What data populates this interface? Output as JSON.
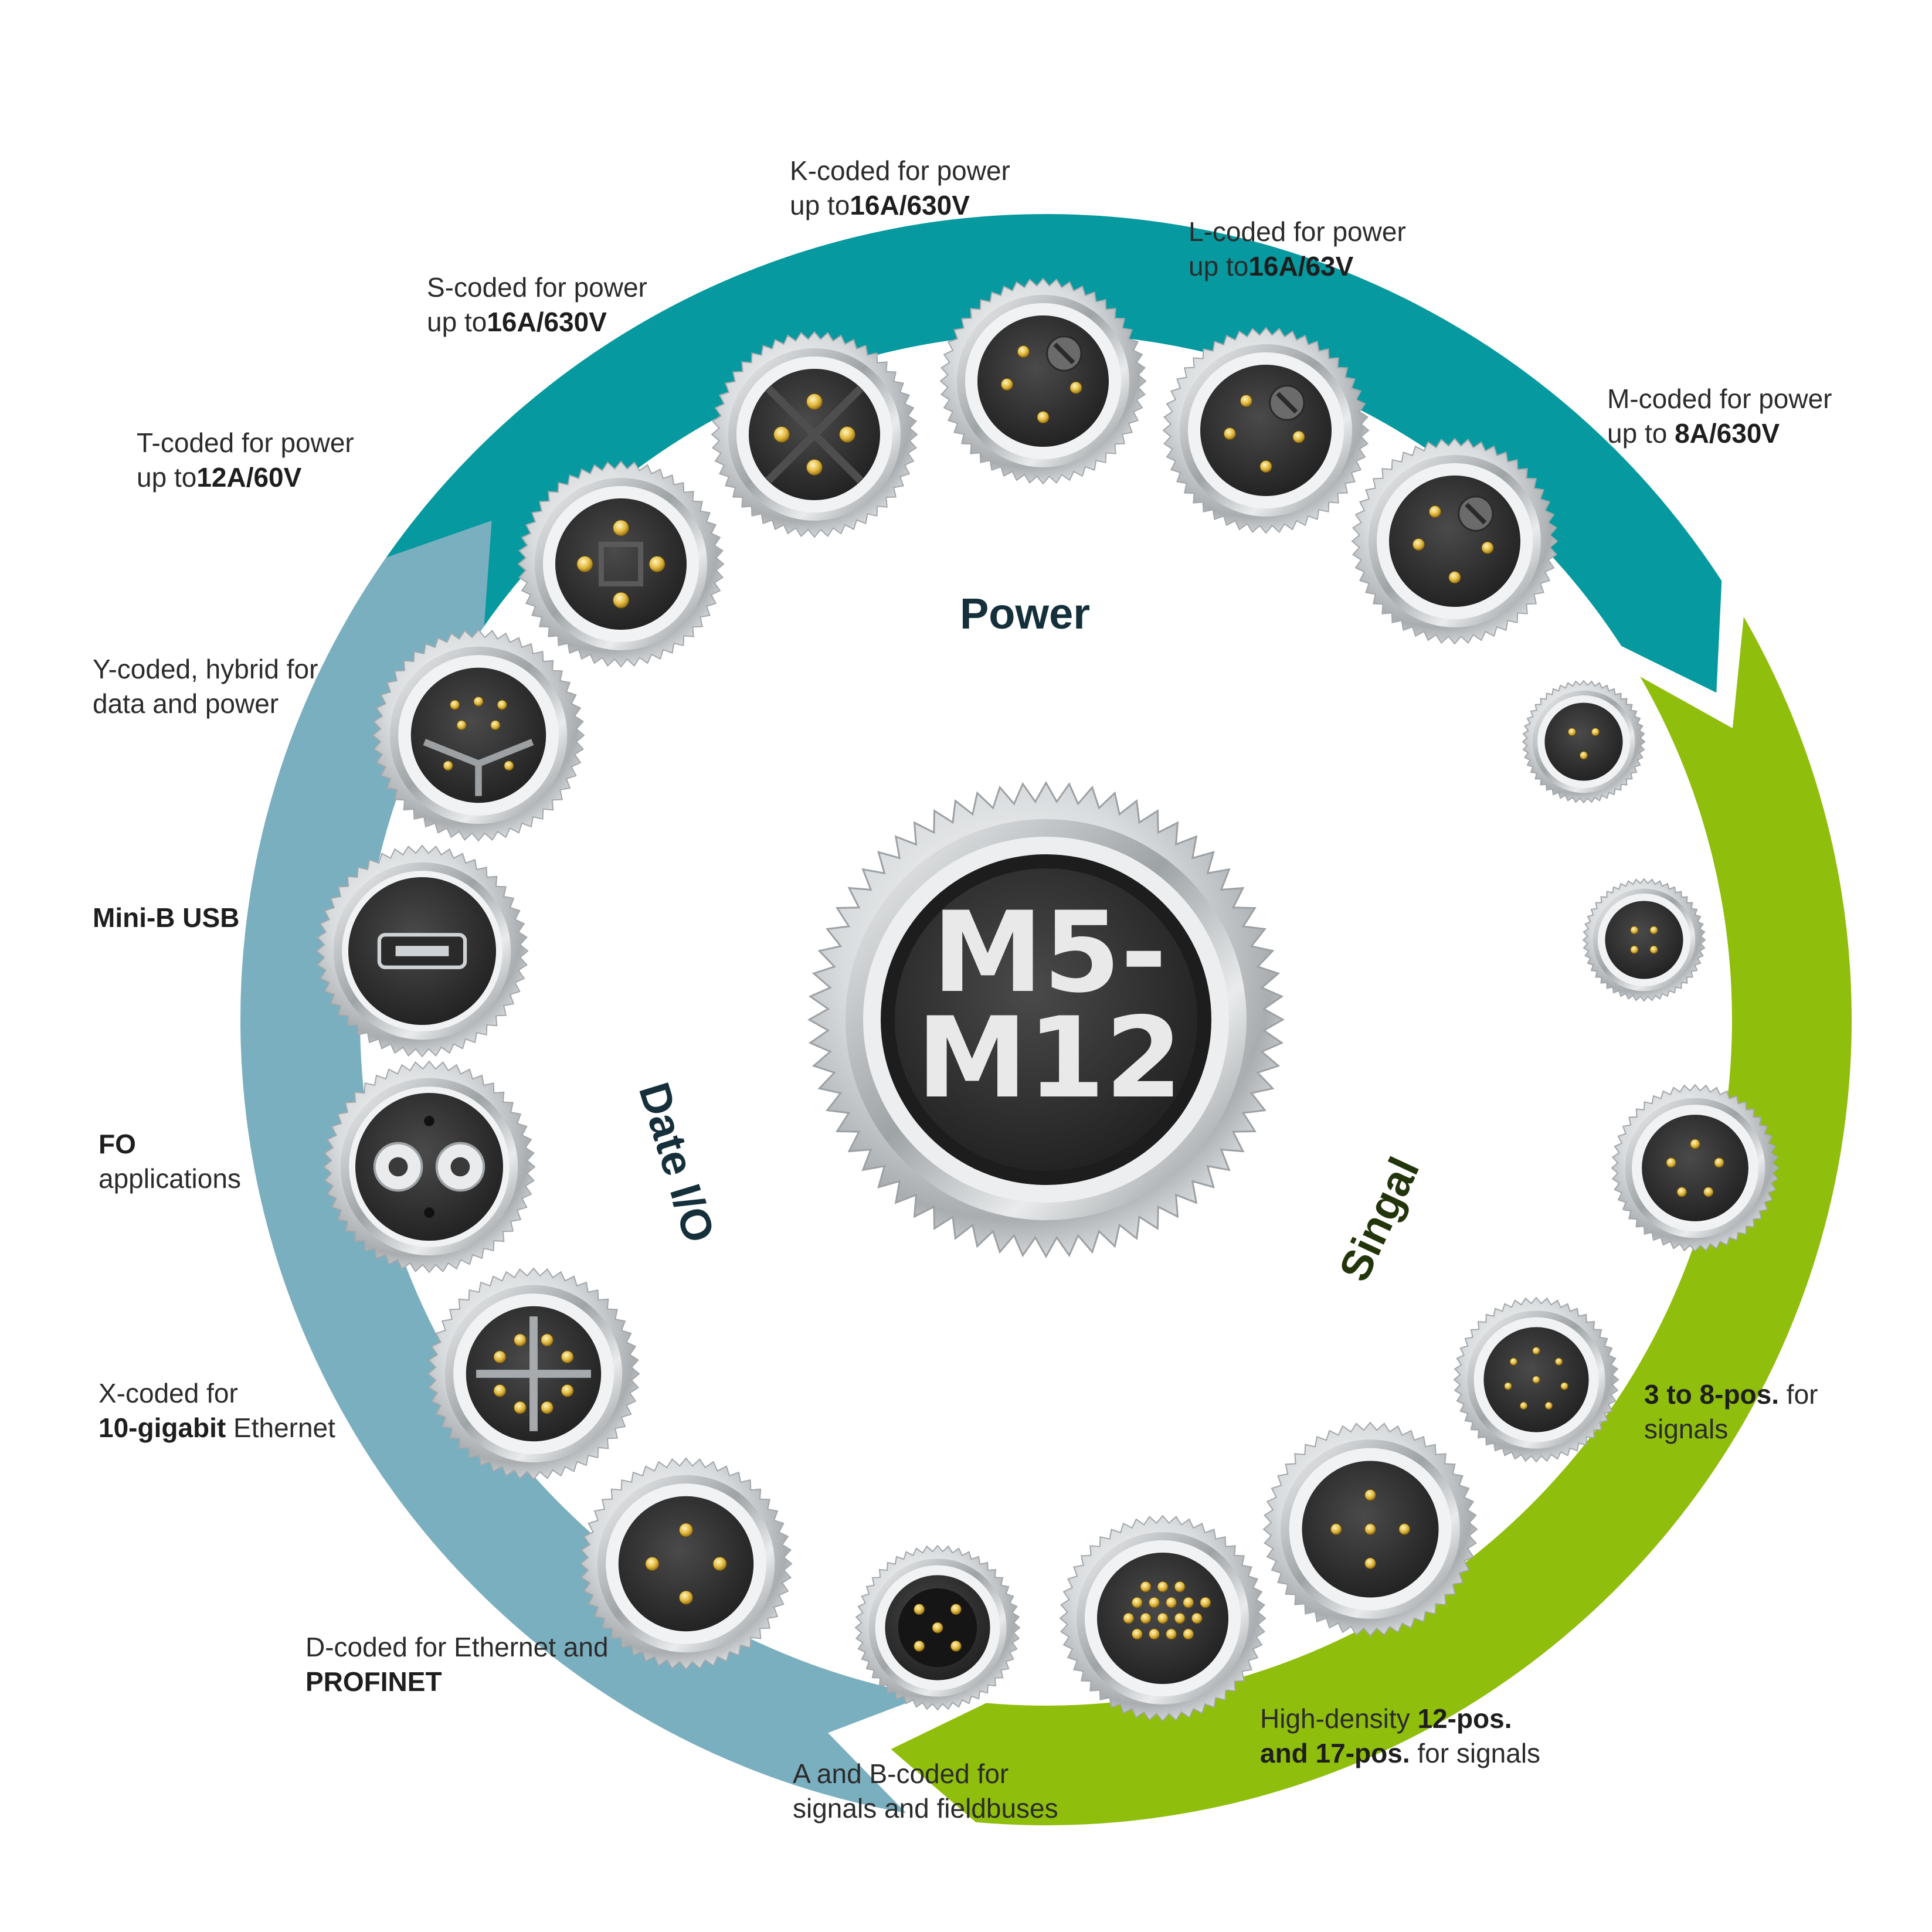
{
  "center": {
    "line1": "M5-",
    "line2": "M12"
  },
  "ring": {
    "segments": [
      {
        "key": "power",
        "label": "Power",
        "color": "#06999f"
      },
      {
        "key": "signal",
        "label": "Singal",
        "color": "#8fbe0c"
      },
      {
        "key": "data",
        "label": "Date I/O",
        "color": "#7aafc0"
      }
    ]
  },
  "connectors": [
    {
      "name": "k-coded",
      "icon": "k-coded-power-connector-icon",
      "label": {
        "l1": [
          {
            "t": "K-coded for power"
          }
        ],
        "l2": [
          {
            "t": "up to"
          },
          {
            "t": "16A/630V",
            "b": true
          }
        ]
      }
    },
    {
      "name": "l-coded",
      "icon": "l-coded-power-connector-icon",
      "label": {
        "l1": [
          {
            "t": "L-coded for power"
          }
        ],
        "l2": [
          {
            "t": "up to"
          },
          {
            "t": "16A/63V",
            "b": true
          }
        ]
      }
    },
    {
      "name": "s-coded",
      "icon": "s-coded-power-connector-icon",
      "label": {
        "l1": [
          {
            "t": "S-coded for power"
          }
        ],
        "l2": [
          {
            "t": "up to"
          },
          {
            "t": "16A/630V",
            "b": true
          }
        ]
      }
    },
    {
      "name": "m-coded",
      "icon": "m-coded-power-connector-icon",
      "label": {
        "l1": [
          {
            "t": "M-coded for power"
          }
        ],
        "l2": [
          {
            "t": "up to "
          },
          {
            "t": "8A/630V",
            "b": true
          }
        ]
      }
    },
    {
      "name": "t-coded",
      "icon": "t-coded-power-connector-icon",
      "label": {
        "l1": [
          {
            "t": "T-coded for power"
          }
        ],
        "l2": [
          {
            "t": "up to"
          },
          {
            "t": "12A/60V",
            "b": true
          }
        ]
      }
    },
    {
      "name": "y-coded",
      "icon": "y-coded-hybrid-connector-icon",
      "label": {
        "l1": [
          {
            "t": "Y-coded, hybrid for"
          }
        ],
        "l2": [
          {
            "t": "data and power"
          }
        ]
      }
    },
    {
      "name": "mini-b-usb",
      "icon": "mini-b-usb-connector-icon",
      "label": {
        "l1": [
          {
            "t": "Mini-B USB",
            "b": true
          }
        ]
      }
    },
    {
      "name": "fo",
      "icon": "fiber-optic-connector-icon",
      "label": {
        "l1": [
          {
            "t": "FO",
            "b": true
          }
        ],
        "l2": [
          {
            "t": "applications"
          }
        ]
      }
    },
    {
      "name": "x-coded",
      "icon": "x-coded-ethernet-connector-icon",
      "label": {
        "l1": [
          {
            "t": "X-coded for"
          }
        ],
        "l2": [
          {
            "t": "10-gigabit",
            "b": true
          },
          {
            "t": " Ethernet"
          }
        ]
      }
    },
    {
      "name": "d-coded",
      "icon": "d-coded-ethernet-connector-icon",
      "label": {
        "l1": [
          {
            "t": "D-coded for Ethernet and"
          }
        ],
        "l2": [
          {
            "t": "PROFINET",
            "b": true
          }
        ]
      }
    },
    {
      "name": "a-b-coded",
      "icon": "a-b-coded-signal-connector-icon",
      "label": {
        "l1": [
          {
            "t": "A and B-coded for"
          }
        ],
        "l2": [
          {
            "t": "signals and fieldbuses"
          }
        ]
      }
    },
    {
      "name": "high-density",
      "icon": "high-density-connector-icon",
      "label": {
        "l1": [
          {
            "t": "High-density "
          },
          {
            "t": "12-pos.",
            "b": true
          }
        ],
        "l2": [
          {
            "t": "and 17-pos.",
            "b": true
          },
          {
            "t": " for signals"
          }
        ]
      }
    },
    {
      "name": "3-to-8-pos",
      "icon": "3-to-8-pos-signal-connector-icon",
      "label": {
        "l1": [
          {
            "t": "3 to 8-pos.",
            "b": true
          },
          {
            "t": " for"
          }
        ],
        "l2": [
          {
            "t": "signals"
          }
        ]
      }
    },
    {
      "name": "m5-3pos",
      "icon": "m5-small-connector-icon"
    },
    {
      "name": "m8-4pos",
      "icon": "m8-small-connector-icon"
    },
    {
      "name": "m8-5pos",
      "icon": "m8-5pos-connector-icon"
    },
    {
      "name": "m12-5pos",
      "icon": "m12-5pos-connector-icon"
    }
  ]
}
